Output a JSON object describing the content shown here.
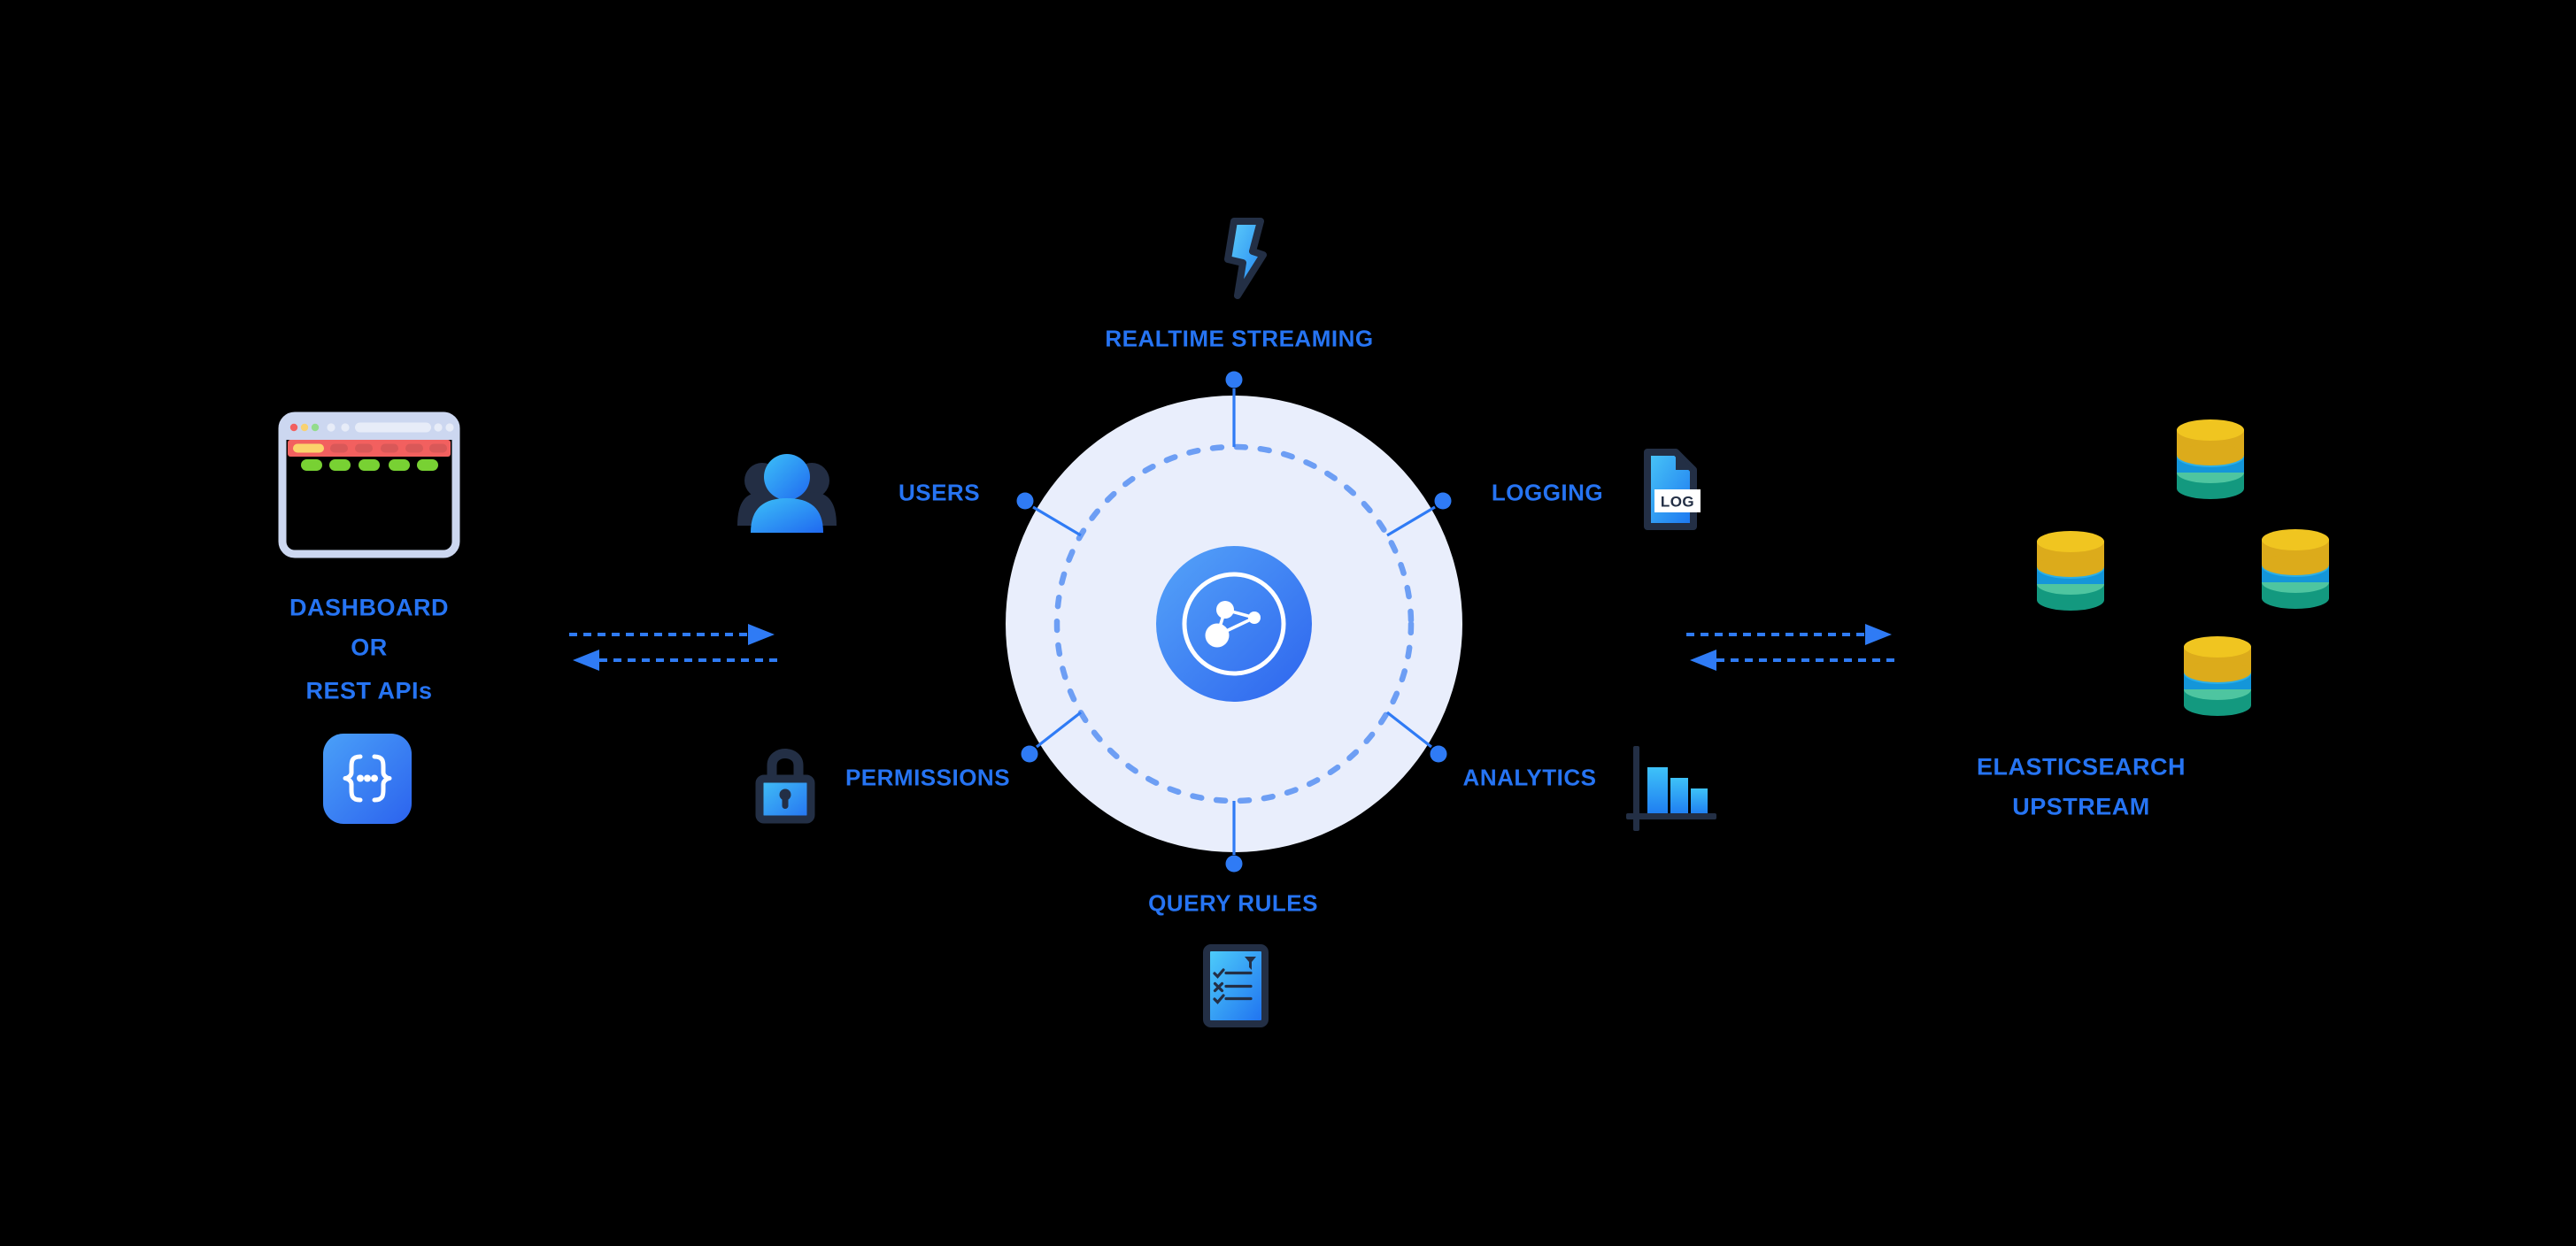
{
  "palette": {
    "background": "#000000",
    "label_blue": "#2674f3",
    "accent_blue": "#2f7bf5",
    "halo_fill": "#e9eefc",
    "dash_ring": "#6d9ef4",
    "navy_outline": "#232f45",
    "icon_gradient_start": "#5fd0fa",
    "icon_gradient_end": "#1f7ff1",
    "center_gradient_start": "#55a4f9",
    "center_gradient_end": "#2d64ee",
    "cylinder_yellow": "#f0c520",
    "cylinder_blue": "#1496d9",
    "cylinder_teal": "#13997f"
  },
  "hub": {
    "center_icon": "share-network-icon",
    "labels": {
      "top": "REALTIME STREAMING",
      "upper_left": "USERS",
      "upper_right": "LOGGING",
      "lower_left": "PERMISSIONS",
      "lower_right": "ANALYTICS",
      "bottom": "QUERY RULES"
    }
  },
  "left_group": {
    "title_lines": {
      "line1": "DASHBOARD",
      "line2": "OR",
      "line3": "REST APIs"
    },
    "icons": {
      "top": "browser-window-icon",
      "bottom": "code-braces-icon"
    }
  },
  "right_group": {
    "title_lines": {
      "line1": "ELASTICSEARCH",
      "line2": "UPSTREAM"
    },
    "icon": "database-cluster-icon",
    "node_count": "4"
  },
  "log_file": {
    "badge": "LOG"
  },
  "flows": {
    "left": "bidirectional-dashed-arrows",
    "right": "bidirectional-dashed-arrows"
  }
}
